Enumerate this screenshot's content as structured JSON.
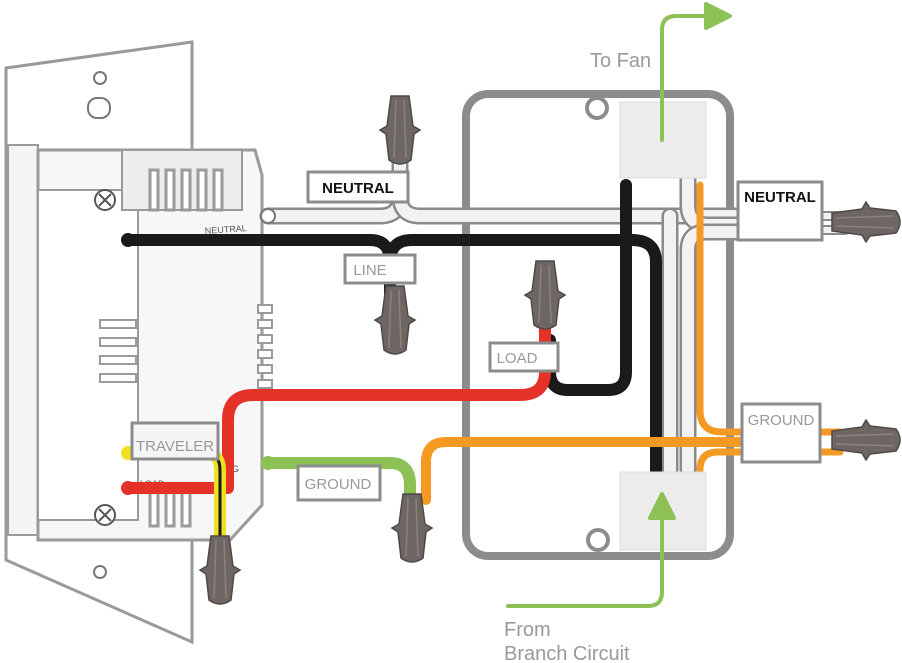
{
  "labels": {
    "to_fan": "To Fan",
    "from_branch_line1": "From",
    "from_branch_line2": "Branch Circuit",
    "neutral_switch_tag": "NEUTRAL",
    "neutral_box_tag": "NEUTRAL",
    "line_tag": "LINE",
    "load_tag": "LOAD",
    "traveler_tag": "TRAVELER",
    "ground_switch_tag": "GROUND",
    "ground_box_tag": "GROUND",
    "switch_neutral_terminal": "NEUTRAL",
    "switch_load_terminal": "LOAD",
    "switch_ground_terminal": "G"
  },
  "colors": {
    "black_wire": "#1a1a1a",
    "white_wire": "#f2f2f2",
    "red_wire": "#e53228",
    "orange_wire": "#f49a22",
    "green_wire": "#8dc055",
    "yellow_wire": "#f0e020",
    "box_outline": "#8c8c8c",
    "wire_nut": "#6e6663",
    "arrow_green": "#8dc055",
    "label_gray": "#999999"
  },
  "icons": {
    "wire_nut": "wire-nut-icon",
    "arrow": "arrow-icon",
    "screw": "screw-icon"
  }
}
